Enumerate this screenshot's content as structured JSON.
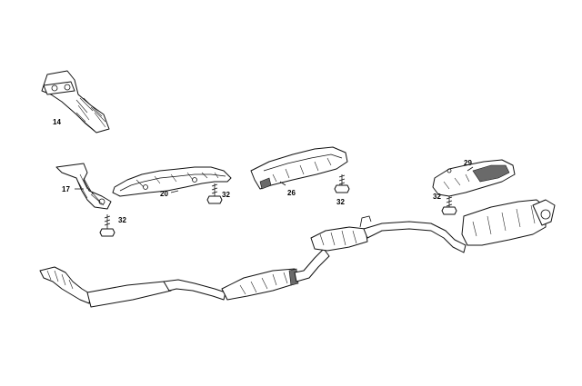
{
  "callouts": {
    "c14": "14",
    "c17": "17",
    "c20": "20",
    "c26": "26",
    "c29": "29",
    "c32a": "32",
    "c32b": "32",
    "c32c": "32",
    "c32d": "32"
  }
}
